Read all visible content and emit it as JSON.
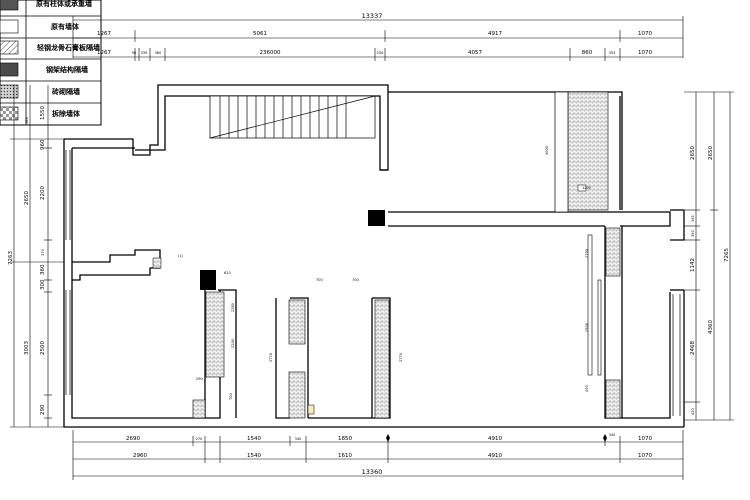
{
  "legend": [
    {
      "label": "原有柱体或承重墙",
      "swatch": "dark"
    },
    {
      "label": "原有墙体",
      "swatch": "white"
    },
    {
      "label": "轻钢龙骨石膏板隔墙",
      "swatch": "hatch"
    },
    {
      "label": "钢架结构隔墙",
      "swatch": "dark"
    },
    {
      "label": "砖砌隔墙",
      "swatch": "dots"
    },
    {
      "label": "拆除墙体",
      "swatch": "check"
    }
  ],
  "top_dims": {
    "overall": "13337",
    "row1": [
      "1267",
      "5061",
      "4917",
      "1070"
    ],
    "row2": [
      "1267",
      "90",
      "330",
      "360",
      "236000",
      "230",
      "4057",
      "860",
      "353",
      "1070"
    ]
  },
  "bottom_dims": {
    "row1": [
      "2690",
      "270",
      "1540",
      "340",
      "1850",
      "4910",
      "340",
      "1070"
    ],
    "row2": [
      "2960",
      "1540",
      "1610",
      "4910",
      "1070"
    ],
    "overall": "13360"
  },
  "left_dims": {
    "outer": [
      "2650",
      "7263"
    ],
    "inner": [
      "1550",
      "389",
      "960",
      "2200",
      "370",
      "360",
      "300",
      "3003",
      "2500",
      "290"
    ]
  },
  "right_dims": {
    "outer": [
      "2650",
      "7265"
    ],
    "inner": [
      "2650",
      "345",
      "350",
      "1142",
      "4360",
      "2468",
      "420"
    ]
  },
  "interior_labels": [
    "3000",
    "1200",
    "(1)",
    "620",
    "2280",
    "290",
    "2200",
    "2770",
    "700",
    "700",
    "2770",
    "2500",
    "2700",
    "450",
    "700"
  ]
}
